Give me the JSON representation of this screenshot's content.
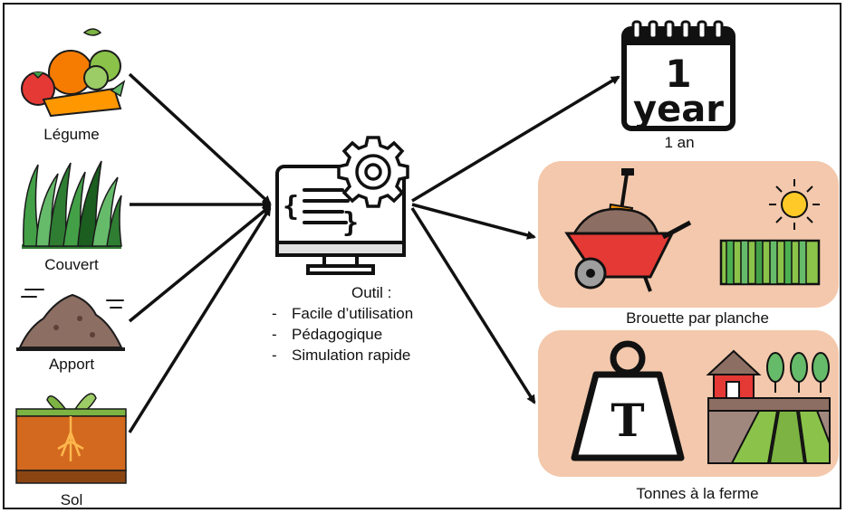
{
  "inputs": {
    "legume": "Légume",
    "couvert": "Couvert",
    "apport": "Apport",
    "sol": "Sol"
  },
  "tool": {
    "title": "Outil :",
    "features": [
      "Facile d’utilisation",
      "Pédagogique",
      "Simulation rapide"
    ],
    "bullet": "-"
  },
  "outputs": {
    "calendar_number": "1",
    "calendar_word": "year",
    "duration": "1 an",
    "brouette": "Brouette par planche",
    "tonnes": "Tonnes à la ferme",
    "weight_letter": "T"
  },
  "icons": [
    "vegetables-icon",
    "grass-icon",
    "compost-icon",
    "soil-sprout-icon",
    "computer-gear-icon",
    "calendar-icon",
    "wheelbarrow-icon",
    "sun-field-icon",
    "weight-icon",
    "farm-icon"
  ],
  "colors": {
    "panel": "#f3c8ac",
    "arrow": "#111111"
  }
}
